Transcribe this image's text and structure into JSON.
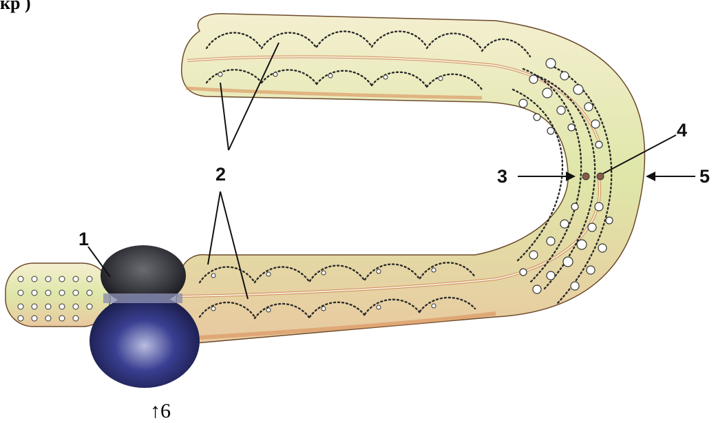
{
  "header_fragment": "кр      )",
  "labels": {
    "l1": "1",
    "l2": "2",
    "l3": "3",
    "l4": "4",
    "l5": "5",
    "l6": "↑6"
  }
}
